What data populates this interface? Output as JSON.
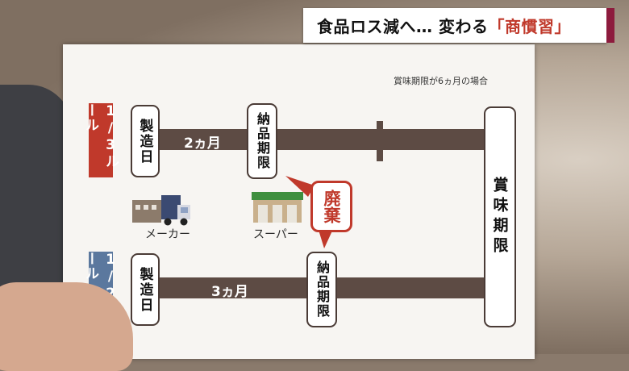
{
  "title": {
    "prefix": "食品ロス減へ… 変わる",
    "highlight": "「商慣習」"
  },
  "note": "賞味期限が6ヵ月の場合",
  "rule_one_third": {
    "tag": "1/3ルール",
    "manufacture_date": "製造日",
    "duration": "2ヵ月",
    "delivery_deadline": "納品期限"
  },
  "rule_one_half": {
    "tag": "1/2ルール",
    "manufacture_date": "製造日",
    "duration": "3ヵ月",
    "delivery_deadline": "納品期限"
  },
  "expiry_date": "賞味期限",
  "discard_label": "廃棄",
  "maker_label": "メーカー",
  "super_label": "スーパー",
  "colors": {
    "accent_red": "#c0392b",
    "accent_blue": "#5b789e",
    "timeline": "#5d4b44",
    "title_bar_accent": "#8d1b3d"
  }
}
